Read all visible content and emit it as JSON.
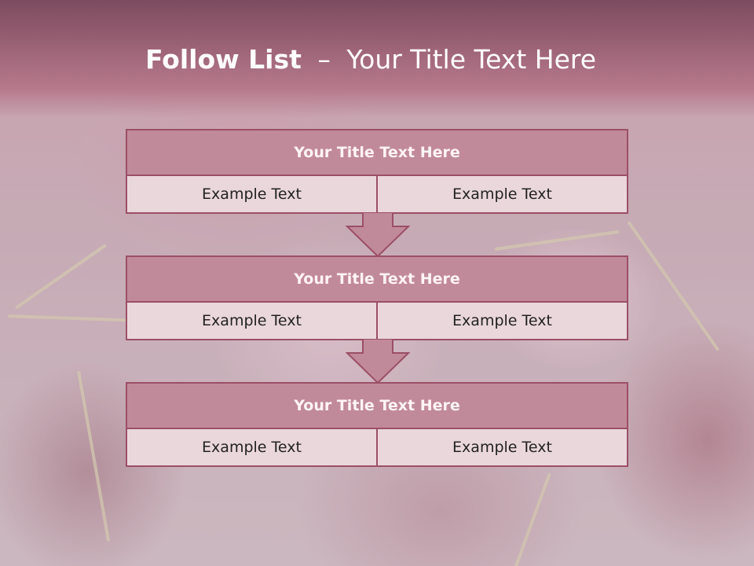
{
  "slide": {
    "title_bold": "Follow List",
    "title_dash": "–",
    "title_rest": "Your Title Text Here",
    "blocks": [
      {
        "heading": "Your Title Text Here",
        "left_text": "Example Text",
        "right_text": "Example Text"
      },
      {
        "heading": "Your Title Text Here",
        "left_text": "Example Text",
        "right_text": "Example Text"
      },
      {
        "heading": "Your Title Text Here",
        "left_text": "Example Text",
        "right_text": "Example Text"
      }
    ]
  },
  "colors": {
    "header_band": "#9c6376",
    "block_heading_fill": "#c18a9a",
    "block_border": "#9c4f67",
    "cell_fill": "#ead7dc",
    "arrow_fill": "#c18a9a"
  },
  "icons": {
    "connector": "down-arrow-icon"
  }
}
